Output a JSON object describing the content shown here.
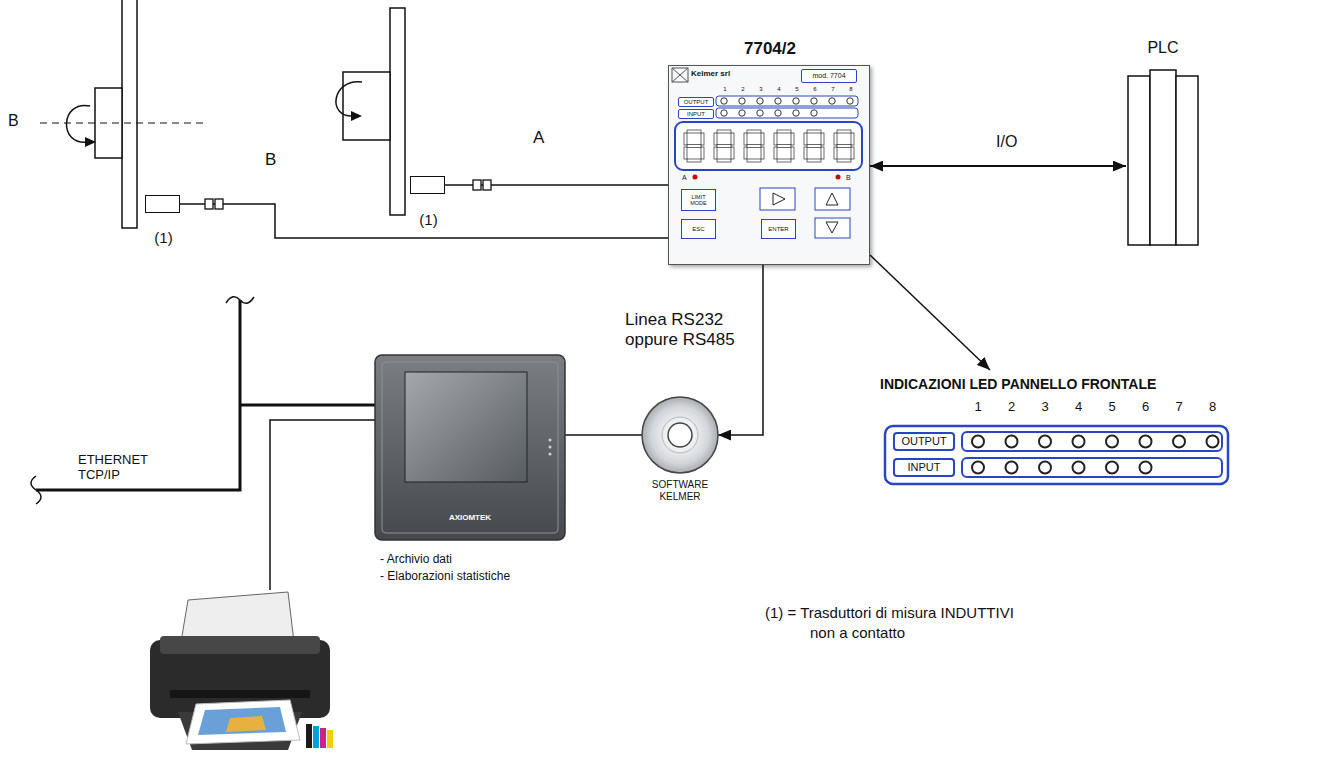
{
  "diagram": {
    "nodes": [
      {
        "text": [
          "(1)"
        ]
      },
      {
        "text": [
          "(1)"
        ]
      },
      {
        "text": [
          "7704/2",
          "Kelmer srl",
          "1",
          "2",
          "3",
          "4",
          "5",
          "6",
          "7",
          "8",
          "A",
          "B"
        ]
      },
      {
        "text": [
          "mod. 7704"
        ],
        "in": 2
      },
      {
        "text": [
          "OUTPUT"
        ],
        "in": 2
      },
      {
        "text": [
          "INPUT"
        ],
        "in": 2
      },
      {
        "text": [
          "LIMIT MODE"
        ],
        "in": 2
      },
      {
        "text": [
          "ESC"
        ],
        "in": 2
      },
      {
        "text": [
          "ENTER"
        ],
        "in": 2
      },
      {
        "text": [
          "PLC"
        ]
      },
      {
        "text": [
          "INDICAZIONI LED PANNELLO FRONTALE",
          "1",
          "2",
          "3",
          "4",
          "5",
          "6",
          "7",
          "8"
        ]
      },
      {
        "text": [
          "OUTPUT"
        ],
        "in": 10
      },
      {
        "text": [
          "INPUT"
        ],
        "in": 10
      },
      {
        "text": [
          "AXIOMTEK",
          "- Archivio dati",
          "- Elaborazioni statistiche"
        ]
      },
      {
        "text": [
          "SOFTWARE KELMER"
        ]
      }
    ],
    "edges": [
      {
        "from": 0,
        "to": 2,
        "label": "B",
        "arrow": "none"
      },
      {
        "from": 1,
        "to": 2,
        "label": "A",
        "arrow": "none"
      },
      {
        "from": 2,
        "to": 9,
        "label": "I/O",
        "arrow": "both"
      },
      {
        "from": 2,
        "to": 10,
        "arrow": "to"
      },
      {
        "from": 2,
        "to": 14,
        "label": "Linea RS232 oppure RS485",
        "arrow": "to"
      },
      {
        "from": 13,
        "to": 14,
        "arrow": "none"
      }
    ],
    "labels": [
      "B",
      "ETHERNET TCP/IP",
      "(1) = Trasduttori di misura INDUTTIVI non a contatto"
    ]
  }
}
